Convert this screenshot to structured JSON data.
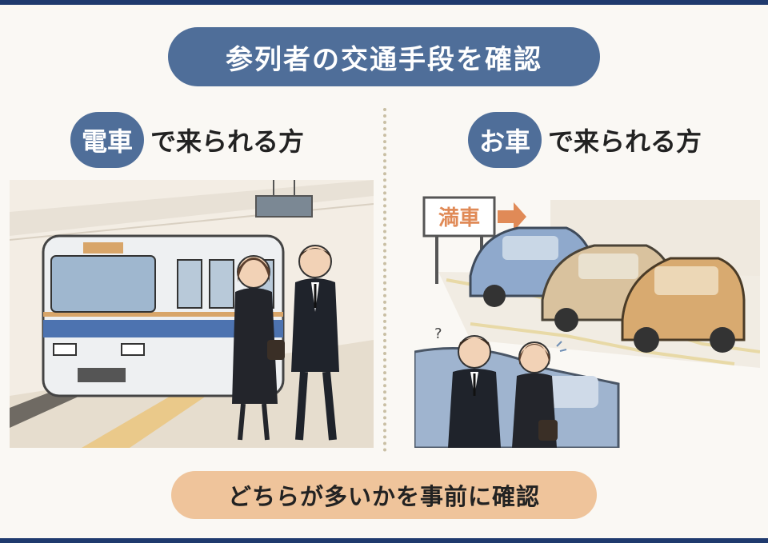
{
  "title": "参列者の交通手段を確認",
  "left": {
    "badge": "電車",
    "rest": "で来られる方"
  },
  "right": {
    "badge": "お車",
    "rest": "で来られる方",
    "sign_text": "満車"
  },
  "footer": "どちらが多いかを事前に確認",
  "colors": {
    "navy_bar": "#1f3a6e",
    "blue_pill": "#4f6e99",
    "peach_pill": "#efc49b",
    "sign_orange": "#e08a57"
  }
}
